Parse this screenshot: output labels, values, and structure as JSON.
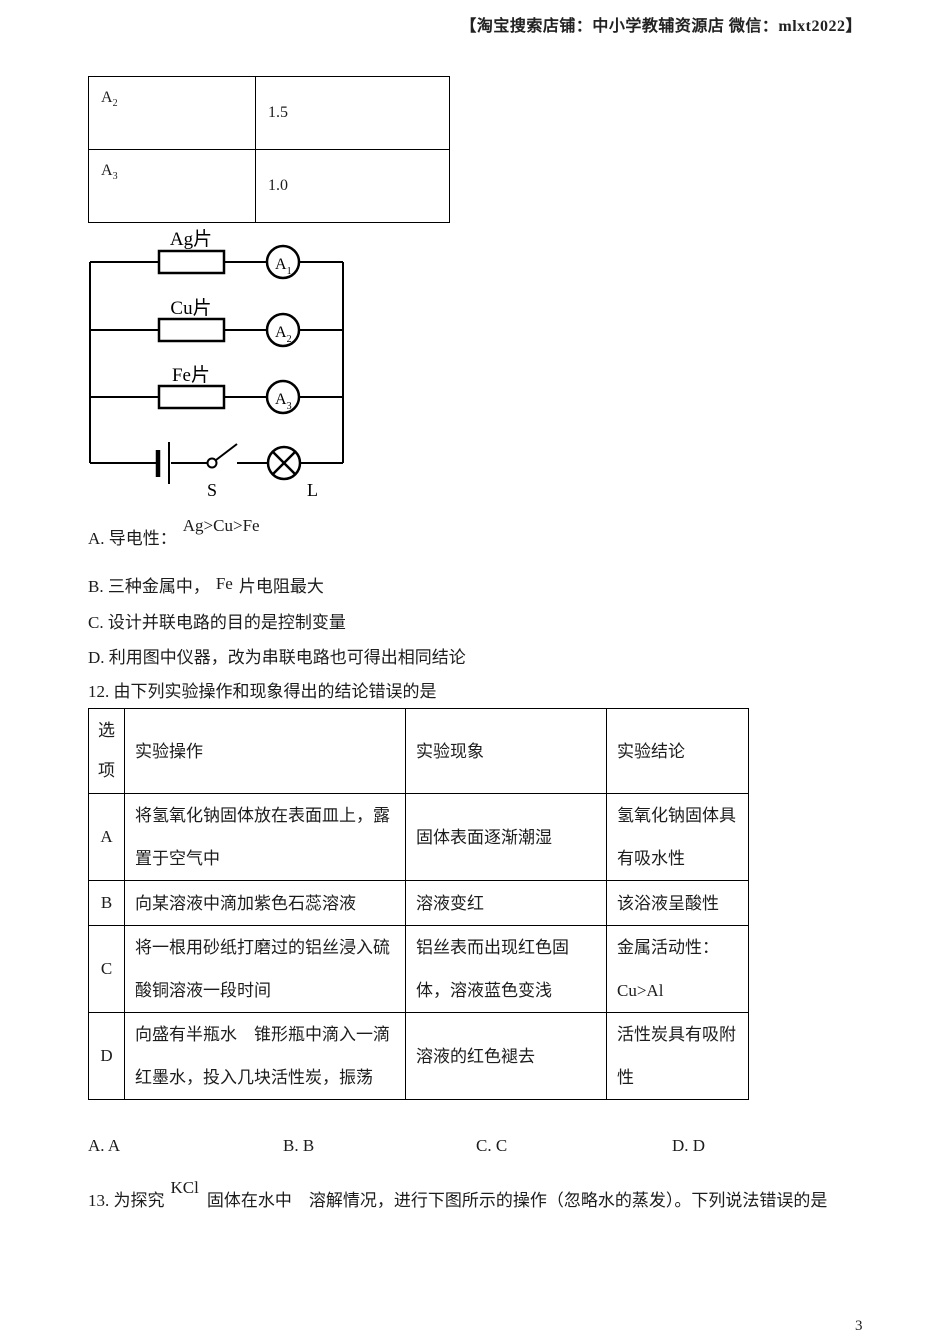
{
  "watermark": "【淘宝搜索店铺：中小学教辅资源店 微信：mlxt2022】",
  "readings_table": {
    "rows": [
      {
        "meter": "A",
        "sub": "2",
        "value": "1.5"
      },
      {
        "meter": "A",
        "sub": "3",
        "value": "1.0"
      }
    ]
  },
  "circuit": {
    "branches": [
      {
        "label": "Ag片",
        "meter": "A",
        "sub": "1"
      },
      {
        "label": "Cu片",
        "meter": "A",
        "sub": "2"
      },
      {
        "label": "Fe片",
        "meter": "A",
        "sub": "3"
      }
    ],
    "switch_label": "S",
    "lamp_label": "L"
  },
  "question11": {
    "option_a": {
      "pre": "A. 导电性：",
      "formula": "Ag>Cu>Fe"
    },
    "option_b": {
      "pre": "B. 三种金属中，",
      "formula": "Fe",
      "post": "片电阻最大"
    },
    "option_c": "C. 设计并联电路的目的是控制变量",
    "option_d": "D. 利用图中仪器，改为串联电路也可得出相同结论"
  },
  "question12": {
    "stem": "12. 由下列实验操作和现象得出的结论错误的是",
    "table": {
      "headers": [
        "选项",
        "实验操作",
        "实验现象",
        "实验结论"
      ],
      "rows": [
        {
          "option": "A",
          "operation": "将氢氧化钠固体放在表面皿上，露置于空气中",
          "phenomenon": "固体表面逐渐潮湿",
          "conclusion": "氢氧化钠固体具有吸水性"
        },
        {
          "option": "B",
          "operation": "向某溶液中滴加紫色石蕊溶液",
          "phenomenon": "溶液变红",
          "conclusion": "该浴液呈酸性"
        },
        {
          "option": "C",
          "operation": "将一根用砂纸打磨过的铝丝浸入硫酸铜溶液一段时间",
          "phenomenon": "铝丝表而出现红色固体，溶液蓝色变浅",
          "conclusion": "金属活动性：Cu>Al"
        },
        {
          "option": "D",
          "operation": "向盛有半瓶水　锥形瓶中滴入一滴红墨水，投入几块活性炭，振荡",
          "phenomenon": "溶液的红色褪去",
          "conclusion": "活性炭具有吸附性"
        }
      ]
    },
    "answers": [
      "A. A",
      "B. B",
      "C. C",
      "D. D"
    ]
  },
  "question13": {
    "pre": "13. 为探究",
    "formula": "KCl",
    "post": "固体在水中　溶解情况，进行下图所示的操作（忽略水的蒸发）。下列说法错误的是"
  },
  "page_number": "3"
}
